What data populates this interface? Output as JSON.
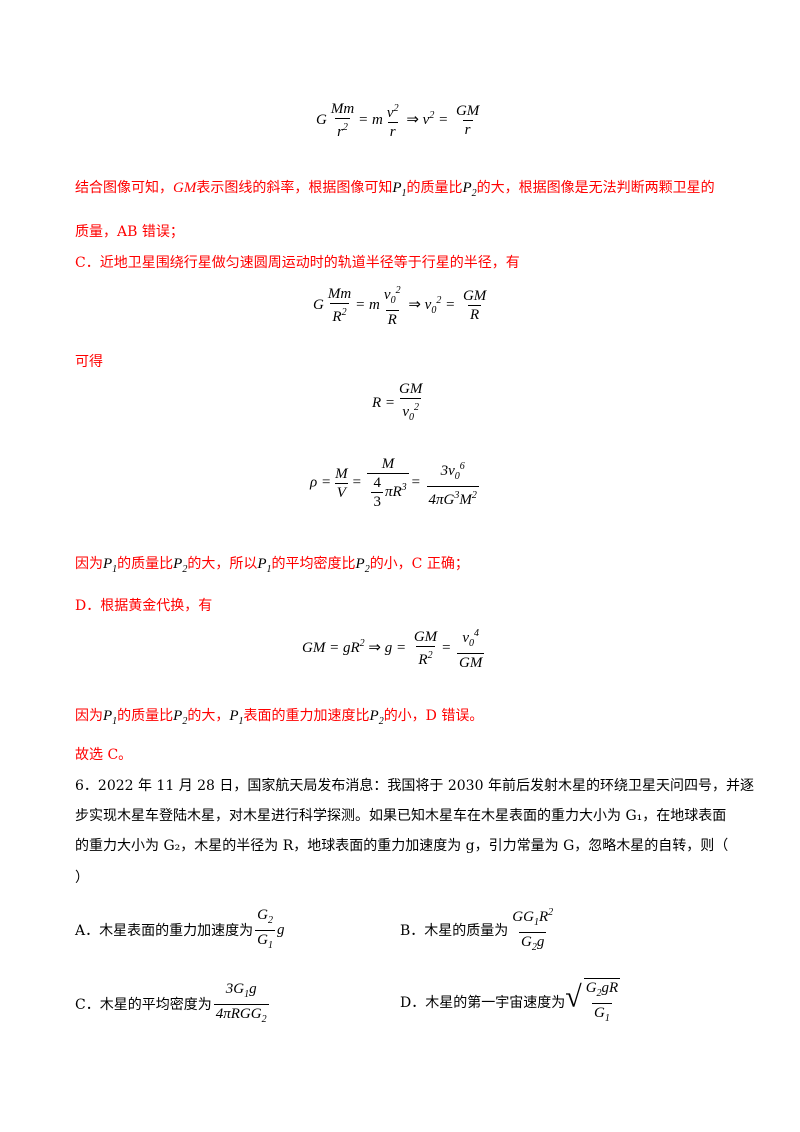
{
  "eq1": {
    "G": "G",
    "Mm": "Mm",
    "r2": "r",
    "m": "m",
    "v2": "v",
    "r": "r",
    "arrow": "⇒",
    "v2b": "v",
    "GM": "GM",
    "rb": "r"
  },
  "para1_a": "结合图像可知，",
  "para1_GM": "GM",
  "para1_b": "表示图线的斜率，根据图像可知",
  "P1": "P",
  "P2": "P",
  "sub1": "1",
  "sub2": "2",
  "para1_c": "的质量比",
  "para1_d": "的大，根据图像是无法判断两颗卫星的",
  "para1_e": "质量，AB 错误；",
  "optC_intro": "C．近地卫星围绕行星做匀速圆周运动时的轨道半径等于行星的半径，有",
  "kede": "可得",
  "para2_a": "因为",
  "para2_b": "的质量比",
  "para2_c": "的大，所以",
  "para2_d": "的平均密度比",
  "para2_e": "的小，C 正确；",
  "optD_intro": "D．根据黄金代换，有",
  "para3_a": "因为",
  "para3_b": "的质量比",
  "para3_c": "的大，",
  "para3_d": "表面的重力加速度比",
  "para3_e": "的小，D 错误。",
  "answer": "故选 C。",
  "q6_line1": "6．2022 年 11 月 28 日，国家航天局发布消息：我国将于 2030 年前后发射木星的环绕卫星天问四号，并逐",
  "q6_line2": "步实现木星车登陆木星，对木星进行科学探测。如果已知木星车在木星表面的重力大小为 G₁，在地球表面",
  "q6_line3": "的重力大小为 G₂，木星的半径为 R，地球表面的重力加速度为 g，引力常量为 G，忽略木星的自转，则（",
  "q6_line4": "）",
  "optA": "A．木星表面的重力加速度为",
  "optB": "B．木星的质量为",
  "optC": "C．木星的平均密度为",
  "optD": "D．木星的第一宇宙速度为",
  "colors": {
    "explanation": "#ff0000",
    "question": "#000000"
  }
}
